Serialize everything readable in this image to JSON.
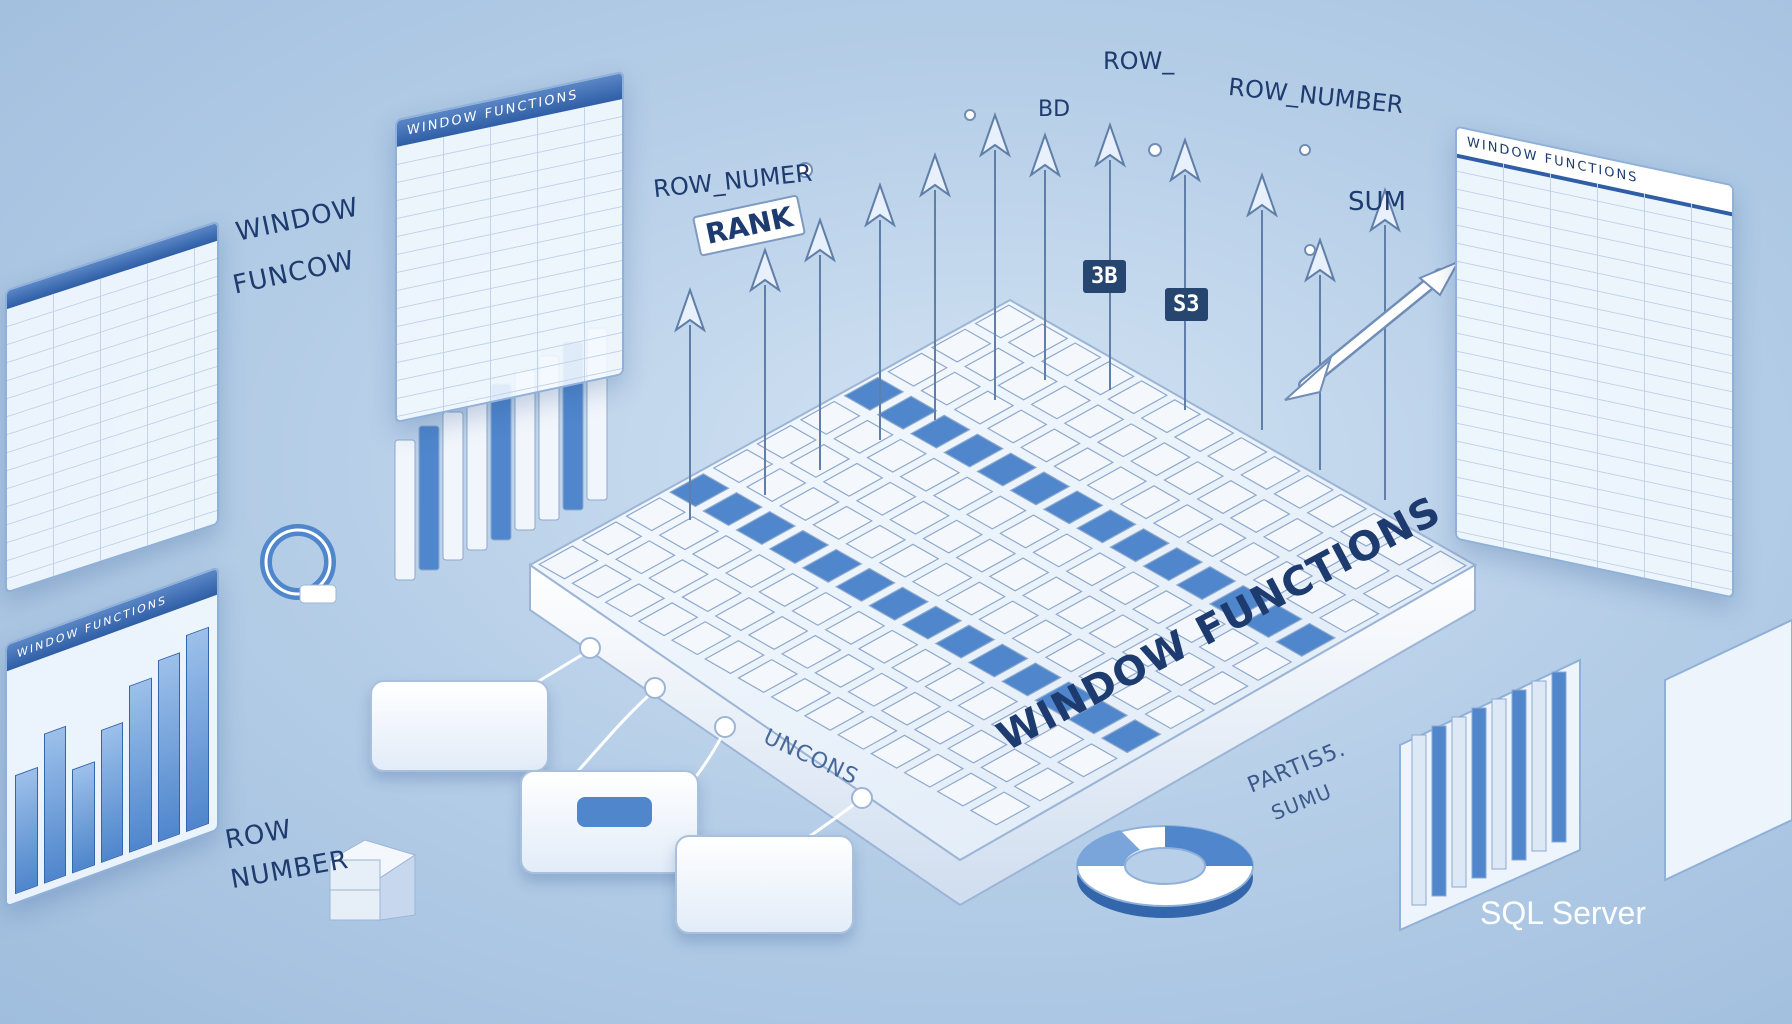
{
  "labels": {
    "window_funcow_1": "WINDOW",
    "window_funcow_2": "FUNCOW",
    "row_numer": "ROW_NUMER",
    "rank": "RANK",
    "row_short": "ROW_",
    "row_number_top": "ROW_NUMBER",
    "sum": "SUM",
    "window_functions_main": "WINDOW FUNCTIONS",
    "uncons": "UNCONS",
    "row_number_bottom_1": "ROW",
    "row_number_bottom_2": "NUMBER",
    "partitions_1": "PARTIS5.",
    "partitions_2": "SUMU",
    "sql_server": "SQL Server",
    "flag_1": "3B",
    "flag_2": "S3",
    "bd": "BD"
  },
  "panels": {
    "top_left_header": "WINDOW FUNCTIONS",
    "right_header": "WINDOW FUNCTIONS",
    "bottom_left_header": "WINDOW FUNCTIONS"
  },
  "colors": {
    "accent": "#2f5ea6",
    "key_blue": "#4f86cc",
    "key_white": "#f4f8fd",
    "background": "#b7cfe8"
  }
}
